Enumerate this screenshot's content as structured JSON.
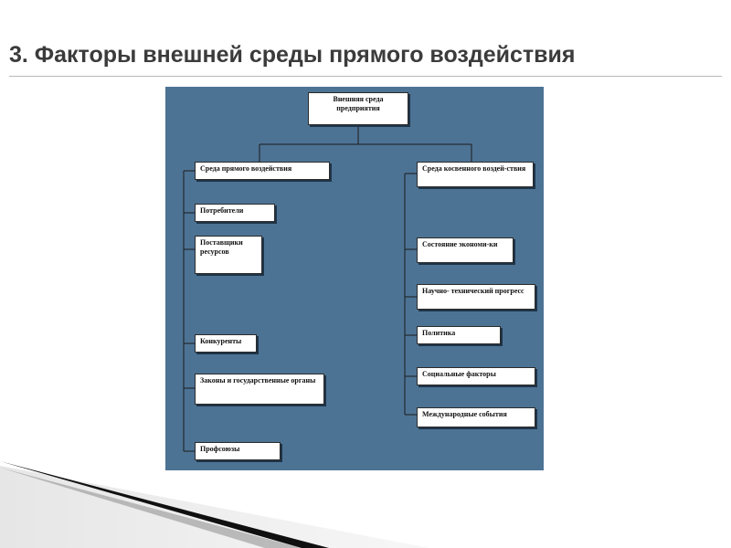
{
  "slide": {
    "title": "3. Факторы внешней среды прямого воздействия"
  },
  "diagram": {
    "root": "Внешняя среда предприятия",
    "direct": {
      "label": "Среда прямого воздействия",
      "items": [
        "Потребители",
        "Поставщики ресурсов",
        "Конкуренты",
        "Законы и государственные органы",
        "Профсоюзы"
      ]
    },
    "indirect": {
      "label": "Среда косвенного воздей-ствия",
      "items": [
        "Состояние экономи-ки",
        "Научно- технический прогресс",
        "Политика",
        "Социальные факторы",
        "Международные события"
      ]
    }
  },
  "colors": {
    "diagram_background": "#4d7394",
    "box_fill": "#ffffff",
    "connector": "#1b1b1b"
  }
}
